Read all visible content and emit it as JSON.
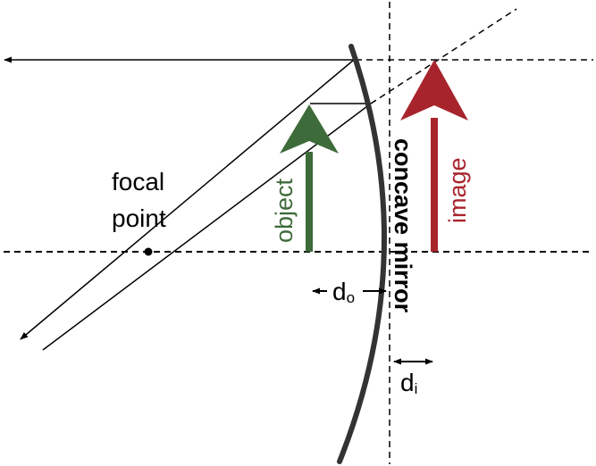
{
  "labels": {
    "focal_line1": "focal",
    "focal_line2": "point",
    "object": "object",
    "image": "image",
    "mirror": "concave mirror",
    "do_main": "d",
    "do_sub": "o",
    "di_main": "d",
    "di_sub": "i"
  },
  "colors": {
    "object": "#3e6b3a",
    "image": "#a8242c",
    "mirror": "#333333",
    "line": "#000000"
  }
}
